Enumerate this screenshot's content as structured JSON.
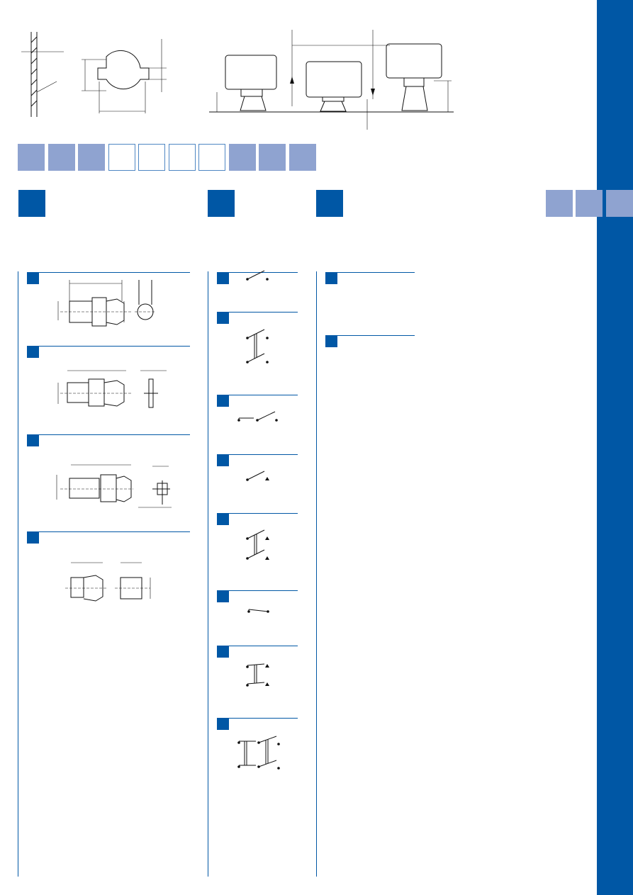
{
  "colors": {
    "brand_blue": "#0057a5",
    "tile_light": "#8fa3d0",
    "tile_outline": "#4f87c3"
  },
  "top_tiles": [
    "filled",
    "filled",
    "filled",
    "outline",
    "outline",
    "outline",
    "outline",
    "filled",
    "filled",
    "filled"
  ],
  "right_tiles": [
    "filled",
    "filled",
    "filled"
  ],
  "sections": {
    "left_column_count": 4,
    "middle_column_count": 8,
    "right_column_count": 2
  }
}
